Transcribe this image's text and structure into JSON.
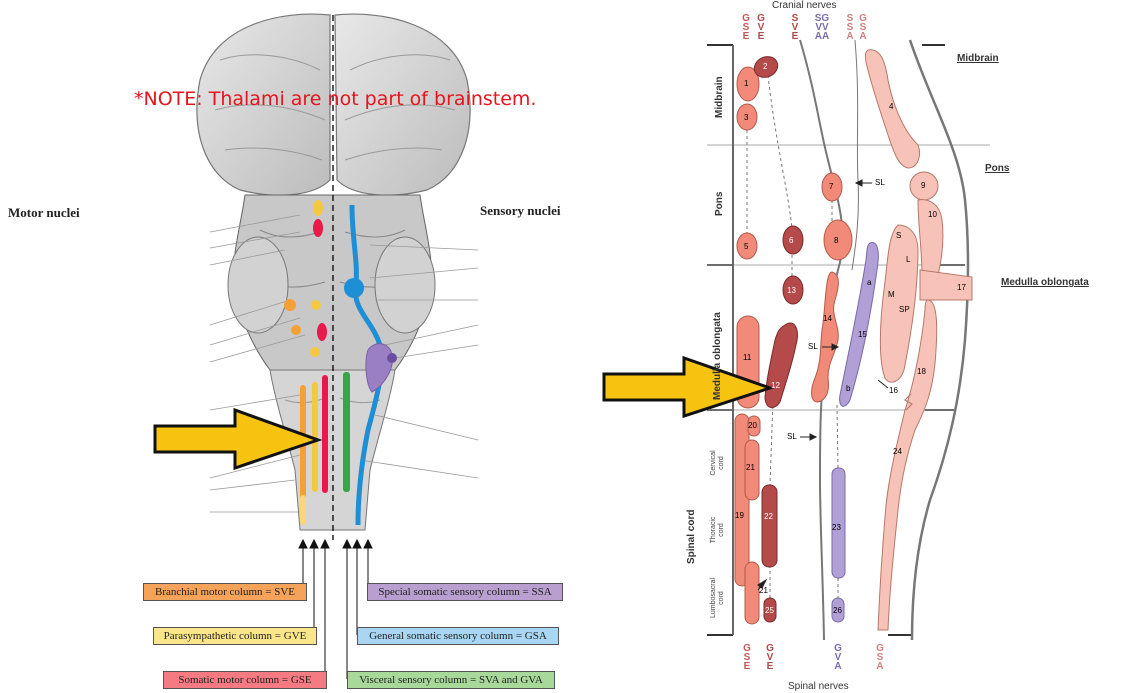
{
  "note": "*NOTE: Thalami are not part of brainstem.",
  "left": {
    "motor_heading": "Motor nuclei",
    "sensory_heading": "Sensory nuclei",
    "legend": {
      "svE": {
        "label": "Branchial motor column = SVE",
        "color": "#f5a35a"
      },
      "gve": {
        "label": "Parasympathetic column = GVE",
        "color": "#fbe58a"
      },
      "gse": {
        "label": "Somatic motor column = GSE",
        "color": "#f57a82"
      },
      "ssa": {
        "label": "Special somatic sensory column = SSA",
        "color": "#b89fd0"
      },
      "gsa": {
        "label": "General somatic sensory column = GSA",
        "color": "#a9d6f2"
      },
      "sva": {
        "label": "Visceral sensory column = SVA and GVA",
        "color": "#a8d99b"
      }
    }
  },
  "right": {
    "top_title": "Cranial nerves",
    "bottom_title": "Spinal nerves",
    "top_columns": [
      {
        "text": "G\nS\nE",
        "color": "#c65a5a"
      },
      {
        "text": "G\nV\nE",
        "color": "#b04a4a"
      },
      {
        "text": "S\nV\nE",
        "color": "#b04a4a"
      },
      {
        "text": "SG\nVV\nAA",
        "color": "#7b6bb0"
      },
      {
        "text": "S\nS\nA",
        "color": "#d08080"
      },
      {
        "text": "G\nS\nA",
        "color": "#d08080"
      }
    ],
    "bottom_columns": [
      {
        "text": "G\nS\nE",
        "color": "#c65a5a"
      },
      {
        "text": "G\nV\nE",
        "color": "#b04a4a"
      },
      {
        "text": "G\nV\nA",
        "color": "#7b6bb0"
      },
      {
        "text": "G\nS\nA",
        "color": "#d08080"
      }
    ],
    "regions_right": {
      "midbrain": "Midbrain",
      "pons": "Pons",
      "medulla": "Medulla oblongata"
    },
    "regions_left": {
      "midbrain": "Midbrain",
      "pons": "Pons",
      "medulla": "Medulla oblongata",
      "spinal": "Spinal cord"
    },
    "cord_levels": {
      "cervical": "Cervical cord",
      "thoracic": "Thoracic cord",
      "lumbosacral": "Lumbosacral cord"
    },
    "sl": "SL",
    "numbers": [
      "1",
      "2",
      "3",
      "4",
      "5",
      "6",
      "7",
      "8",
      "9",
      "10",
      "11",
      "12",
      "13",
      "14",
      "15",
      "16",
      "17",
      "18",
      "19",
      "20",
      "21",
      "22",
      "23",
      "24",
      "25",
      "26",
      "21"
    ],
    "parts": {
      "s": "S",
      "l": "L",
      "m": "M",
      "sp": "SP",
      "a": "a",
      "b": "b"
    }
  }
}
